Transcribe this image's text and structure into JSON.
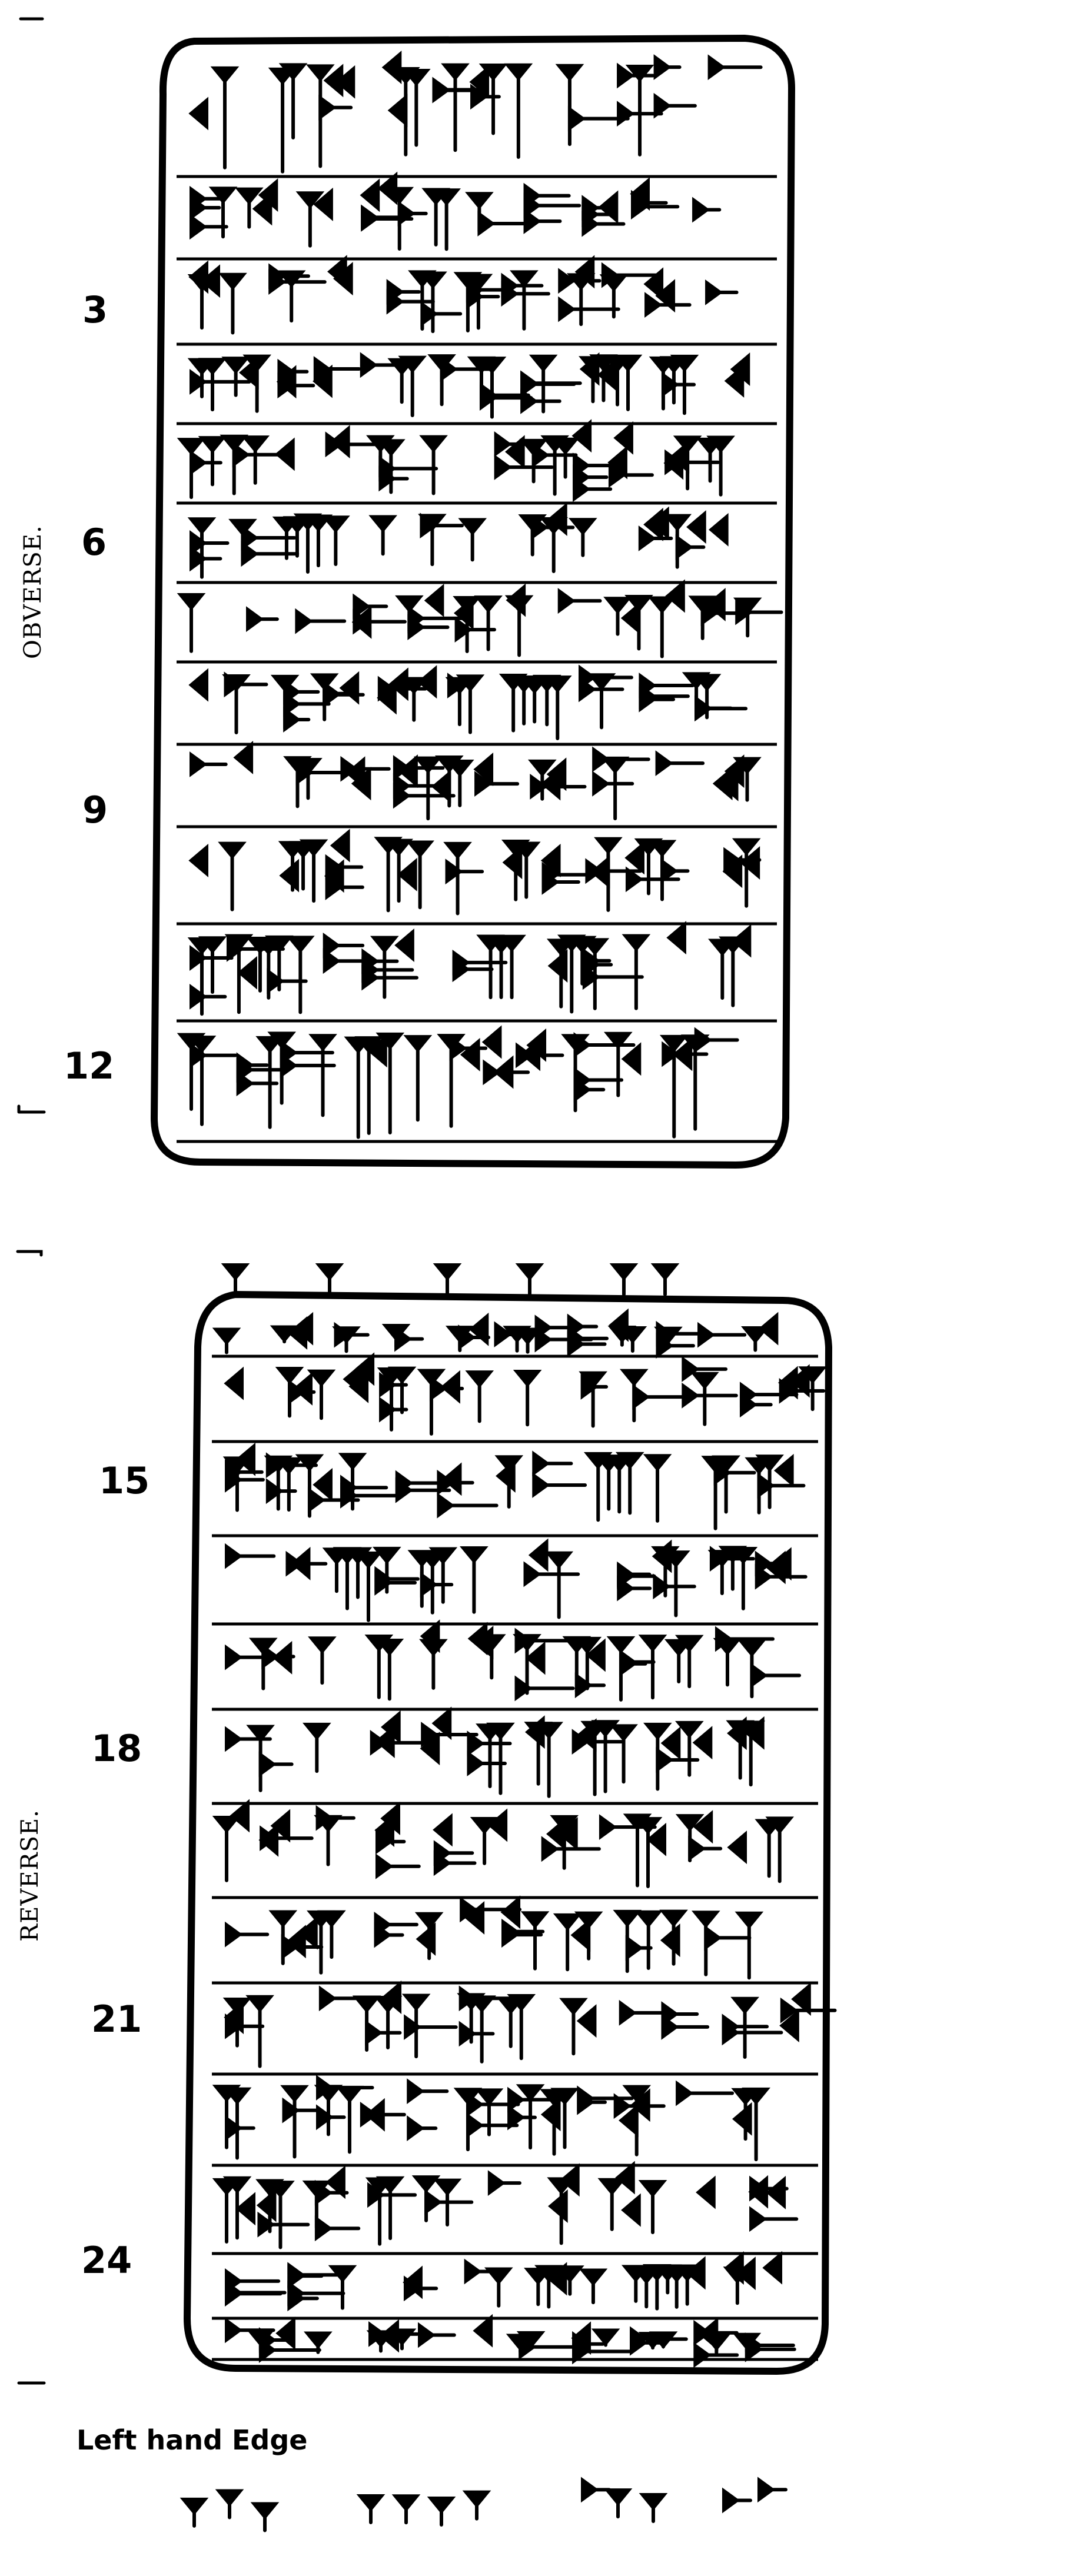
{
  "obverse": {
    "side_label": "OBVERSE.",
    "line_numbers": [
      "3",
      "6",
      "9",
      "12"
    ]
  },
  "reverse": {
    "side_label": "REVERSE.",
    "line_numbers": [
      "15",
      "18",
      "21",
      "24"
    ]
  },
  "left_edge": {
    "label": "Left hand Edge"
  },
  "colors": {
    "ink": "#000000",
    "paper": "#ffffff"
  }
}
